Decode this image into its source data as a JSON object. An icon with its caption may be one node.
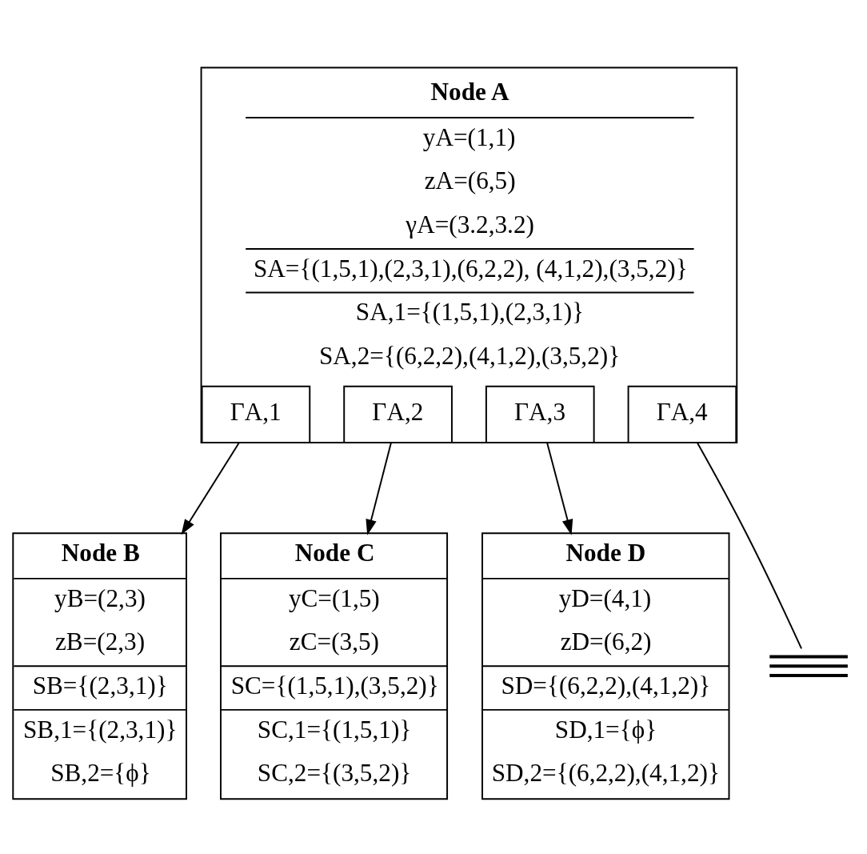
{
  "diagram": {
    "nodes": [
      {
        "text": [
          "Node A",
          "yA=(1,1)",
          "zA=(6,5)",
          "γA=(3.2,3.2)",
          "SA={(1,5,1),(2,3,1),(6,2,2), (4,1,2),(3,5,2)}",
          "SA,1={(1,5,1),(2,3,1)}",
          "SA,2={(6,2,2),(4,1,2),(3,5,2)}"
        ]
      },
      {
        "text": [
          "ΓA,1"
        ],
        "in": 0
      },
      {
        "text": [
          "ΓA,2"
        ],
        "in": 0
      },
      {
        "text": [
          "ΓA,3"
        ],
        "in": 0
      },
      {
        "text": [
          "ΓA,4"
        ],
        "in": 0
      },
      {
        "text": [],
        "shape": "ground"
      },
      {
        "text": [
          "Node B",
          "yB=(2,3)",
          "zB=(2,3)",
          "SB={(2,3,1)}",
          "SB,1={(2,3,1)}",
          "SB,2={ϕ}"
        ]
      },
      {
        "text": [
          "Node C",
          "yC=(1,5)",
          "zC=(3,5)",
          "SC={(1,5,1),(3,5,2)}",
          "SC,1={(1,5,1)}",
          "SC,2={(3,5,2)}"
        ]
      },
      {
        "text": [
          "Node D",
          "yD=(4,1)",
          "zD=(6,2)",
          "SD={(6,2,2),(4,1,2)}",
          "SD,1={ϕ}",
          "SD,2={(6,2,2),(4,1,2)}"
        ]
      }
    ],
    "edges": [
      {
        "from": 1,
        "to": 6,
        "arrow": "to"
      },
      {
        "from": 2,
        "to": 7,
        "arrow": "to"
      },
      {
        "from": 3,
        "to": 8,
        "arrow": "to"
      },
      {
        "from": 4,
        "to": 5,
        "arrow": "none"
      }
    ]
  }
}
